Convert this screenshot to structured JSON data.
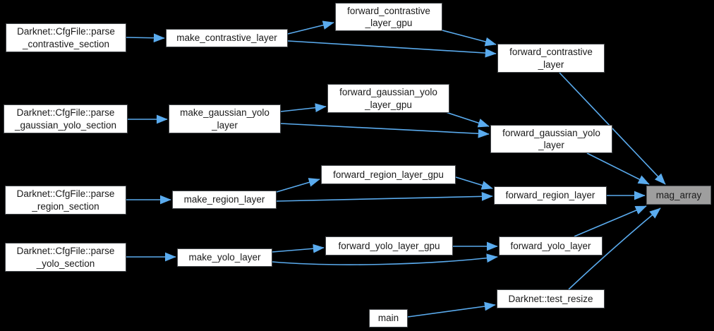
{
  "colors": {
    "background": "#000000",
    "edge": "#5aabee",
    "node_fill": "#ffffff",
    "node_border": "#43474b",
    "focus_node_fill": "#9e9e9e",
    "text": "#1a1a1a"
  },
  "nodes": {
    "parse_contrastive_section": {
      "label": "Darknet::CfgFile::parse\n_contrastive_section"
    },
    "make_contrastive_layer": {
      "label": "make_contrastive_layer"
    },
    "forward_contrastive_layer_gpu": {
      "label": "forward_contrastive\n_layer_gpu"
    },
    "forward_contrastive_layer": {
      "label": "forward_contrastive\n_layer"
    },
    "parse_gaussian_yolo_section": {
      "label": "Darknet::CfgFile::parse\n_gaussian_yolo_section"
    },
    "make_gaussian_yolo_layer": {
      "label": "make_gaussian_yolo\n_layer"
    },
    "forward_gaussian_yolo_layer_gpu": {
      "label": "forward_gaussian_yolo\n_layer_gpu"
    },
    "forward_gaussian_yolo_layer": {
      "label": "forward_gaussian_yolo\n_layer"
    },
    "parse_region_section": {
      "label": "Darknet::CfgFile::parse\n_region_section"
    },
    "make_region_layer": {
      "label": "make_region_layer"
    },
    "forward_region_layer_gpu": {
      "label": "forward_region_layer_gpu"
    },
    "forward_region_layer": {
      "label": "forward_region_layer"
    },
    "parse_yolo_section": {
      "label": "Darknet::CfgFile::parse\n_yolo_section"
    },
    "make_yolo_layer": {
      "label": "make_yolo_layer"
    },
    "forward_yolo_layer_gpu": {
      "label": "forward_yolo_layer_gpu"
    },
    "forward_yolo_layer": {
      "label": "forward_yolo_layer"
    },
    "test_resize": {
      "label": "Darknet::test_resize"
    },
    "main": {
      "label": "main"
    },
    "mag_array": {
      "label": "mag_array"
    }
  },
  "edges": [
    {
      "from": "parse_contrastive_section",
      "to": "make_contrastive_layer"
    },
    {
      "from": "make_contrastive_layer",
      "to": "forward_contrastive_layer_gpu"
    },
    {
      "from": "make_contrastive_layer",
      "to": "forward_contrastive_layer"
    },
    {
      "from": "forward_contrastive_layer_gpu",
      "to": "forward_contrastive_layer"
    },
    {
      "from": "forward_contrastive_layer",
      "to": "mag_array"
    },
    {
      "from": "parse_gaussian_yolo_section",
      "to": "make_gaussian_yolo_layer"
    },
    {
      "from": "make_gaussian_yolo_layer",
      "to": "forward_gaussian_yolo_layer_gpu"
    },
    {
      "from": "make_gaussian_yolo_layer",
      "to": "forward_gaussian_yolo_layer"
    },
    {
      "from": "forward_gaussian_yolo_layer_gpu",
      "to": "forward_gaussian_yolo_layer"
    },
    {
      "from": "forward_gaussian_yolo_layer",
      "to": "mag_array"
    },
    {
      "from": "parse_region_section",
      "to": "make_region_layer"
    },
    {
      "from": "make_region_layer",
      "to": "forward_region_layer_gpu"
    },
    {
      "from": "make_region_layer",
      "to": "forward_region_layer"
    },
    {
      "from": "forward_region_layer_gpu",
      "to": "forward_region_layer"
    },
    {
      "from": "forward_region_layer",
      "to": "mag_array"
    },
    {
      "from": "parse_yolo_section",
      "to": "make_yolo_layer"
    },
    {
      "from": "make_yolo_layer",
      "to": "forward_yolo_layer_gpu"
    },
    {
      "from": "make_yolo_layer",
      "to": "forward_yolo_layer"
    },
    {
      "from": "forward_yolo_layer_gpu",
      "to": "forward_yolo_layer"
    },
    {
      "from": "forward_yolo_layer",
      "to": "mag_array"
    },
    {
      "from": "main",
      "to": "test_resize"
    },
    {
      "from": "test_resize",
      "to": "mag_array"
    }
  ]
}
